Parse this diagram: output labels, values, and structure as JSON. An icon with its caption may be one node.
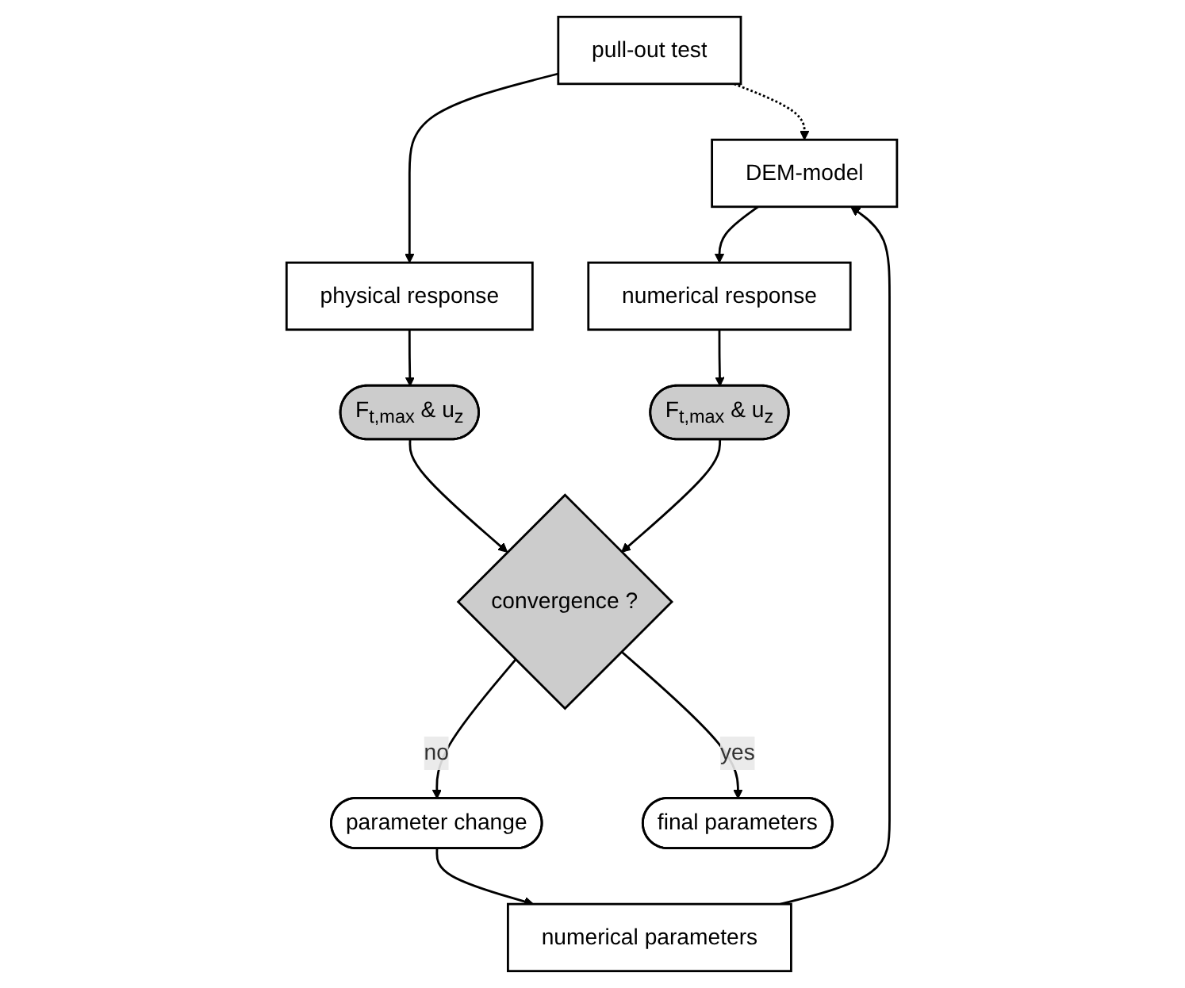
{
  "diagram": {
    "nodes": [
      {
        "text": [
          "pull-out test"
        ]
      },
      {
        "text": [
          "numerical parameters"
        ]
      },
      {
        "text": [
          "DEM-model"
        ]
      },
      {
        "text": [
          "physical response"
        ]
      },
      {
        "text": [
          "parameter change"
        ]
      },
      {
        "text": [
          "numerical response"
        ]
      },
      {
        "text": [
          "F$_{t,max}$ & u$_{z}$"
        ]
      },
      {
        "text": [
          "convergence ?"
        ]
      },
      {
        "text": [
          "F$_{t,max}$ & u$_{z}$"
        ]
      },
      {
        "text": [
          "final parameters"
        ]
      }
    ],
    "edges": [
      {
        "from": 0,
        "to": 2,
        "arrow": "to",
        "style": "dashed"
      },
      {
        "from": 1,
        "to": 2,
        "arrow": "to"
      },
      {
        "from": 0,
        "to": 3,
        "arrow": "to"
      },
      {
        "from": 3,
        "to": 6,
        "arrow": "to"
      },
      {
        "from": 6,
        "to": 7,
        "arrow": "to"
      },
      {
        "from": 8,
        "to": 7,
        "arrow": "to"
      },
      {
        "from": 7,
        "to": 4,
        "arrow": "to",
        "label": "no"
      },
      {
        "from": 4,
        "to": 1,
        "arrow": "to"
      },
      {
        "from": 2,
        "to": 5,
        "arrow": "to"
      },
      {
        "from": 5,
        "to": 8,
        "arrow": "to"
      },
      {
        "from": 7,
        "to": 9,
        "arrow": "to",
        "label": "yes"
      }
    ]
  }
}
